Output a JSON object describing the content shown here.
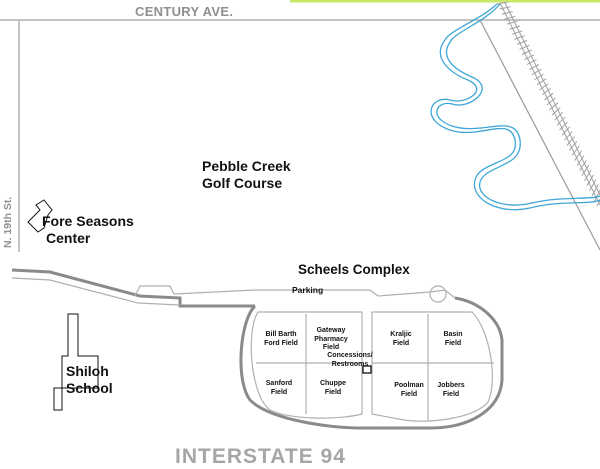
{
  "roads": {
    "top": "CENTURY AVE.",
    "left": "N. 19th St.",
    "bottom": "INTERSTATE 94"
  },
  "places": {
    "golf_course": [
      "Pebble Creek",
      "Golf Course"
    ],
    "fore_seasons": [
      "Fore Seasons",
      "Center"
    ],
    "shiloh": [
      "Shiloh",
      "School"
    ],
    "complex": "Scheels Complex",
    "parking": "Parking",
    "concessions": [
      "Concessions/",
      "Restrooms"
    ]
  },
  "fields": [
    {
      "lines": [
        "Bill Barth",
        "Ford Field"
      ]
    },
    {
      "lines": [
        "Gateway",
        "Pharmacy",
        "Field"
      ]
    },
    {
      "lines": [
        "Kraljic",
        "Field"
      ]
    },
    {
      "lines": [
        "Basin",
        "Field"
      ]
    },
    {
      "lines": [
        "Sanford",
        "Field"
      ]
    },
    {
      "lines": [
        "Chuppe",
        "Field"
      ]
    },
    {
      "lines": [
        "Poolman",
        "Field"
      ]
    },
    {
      "lines": [
        "Jobbers",
        "Field"
      ]
    }
  ],
  "colors": {
    "road_line": "#b0b0b0",
    "boundary": "#8a8a8a",
    "creek": "#3fa7d6",
    "highlight": "#c8e86a"
  }
}
